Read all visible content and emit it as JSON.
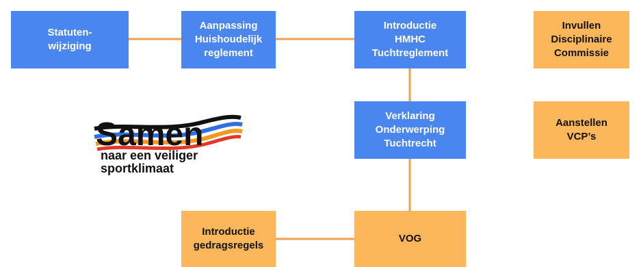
{
  "nodes": {
    "statuten": "Statuten-\nwijziging",
    "aanpassing": "Aanpassing\nHuishoudelijk\nreglement",
    "introductie_hmhc": "Introductie\nHMHC\nTuchtreglement",
    "invullen": "Invullen\nDisciplinaire\nCommissie",
    "verklaring": "Verklaring\nOnderwerping\nTuchtrecht",
    "aanstellen": "Aanstellen\nVCP’s",
    "gedragsregels": "Introductie\ngedragsregels",
    "vog": "VOG"
  },
  "logo": {
    "word": "Samen",
    "tagline": "naar een veiliger\nsportklimaat"
  },
  "colors": {
    "blue": "#4a86f0",
    "orange": "#fbb75a",
    "connector": "#f0a050"
  }
}
